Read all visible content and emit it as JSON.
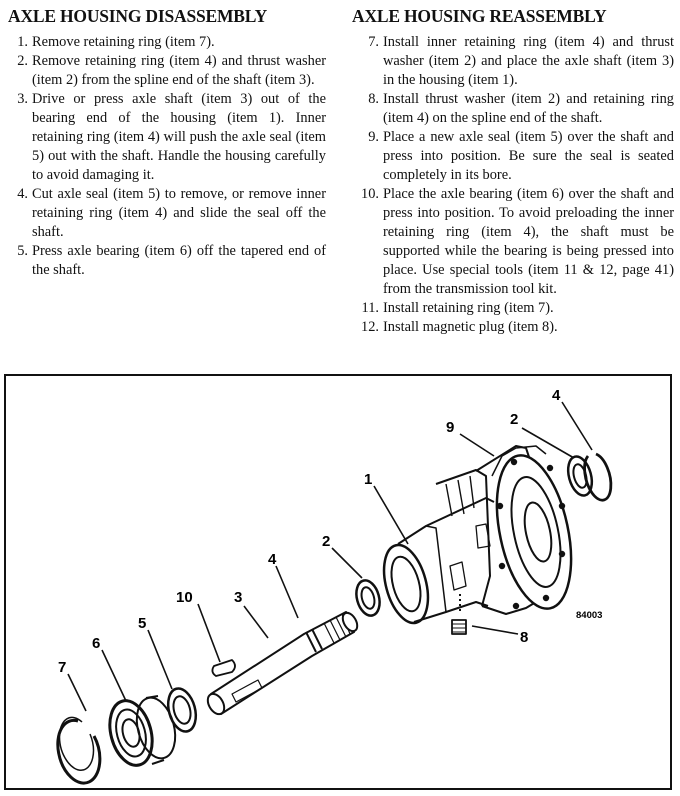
{
  "disassembly": {
    "title": "AXLE HOUSING DISASSEMBLY",
    "steps": [
      {
        "num": "1.",
        "text": "Remove retaining ring (item 7)."
      },
      {
        "num": "2.",
        "text": "Remove retaining ring (item 4) and thrust washer (item 2) from the spline end of the shaft (item 3)."
      },
      {
        "num": "3.",
        "text": "Drive or press axle shaft (item 3) out of the bearing end of the housing (item 1). Inner retaining ring (item 4) will push the axle seal (item 5) out with the shaft. Handle the housing carefully to avoid damaging it."
      },
      {
        "num": "4.",
        "text": "Cut axle seal (item 5) to remove, or remove inner retaining ring (item 4) and slide the seal off the shaft."
      },
      {
        "num": "5.",
        "text": "Press axle bearing (item 6) off the tapered end of the shaft."
      }
    ]
  },
  "reassembly": {
    "title": "AXLE HOUSING REASSEMBLY",
    "steps": [
      {
        "num": "7.",
        "text": "Install inner retaining ring (item 4) and thrust washer (item 2) and place the axle shaft (item 3) in the housing (item 1)."
      },
      {
        "num": "8.",
        "text": "Install thrust washer (item 2) and retaining ring (item 4) on the spline end of the shaft."
      },
      {
        "num": "9.",
        "text": "Place a new axle seal (item 5) over the shaft and press into position.  Be sure the seal is seated completely in its bore."
      },
      {
        "num": "10.",
        "text": "Place the axle bearing (item 6) over the shaft and press into position.  To avoid preloading the inner retaining ring (item 4), the shaft must be supported while the bearing is being pressed into place.  Use special tools (item 11 & 12, page 41) from the transmission tool kit."
      },
      {
        "num": "11.",
        "text": "Install retaining ring (item 7)."
      },
      {
        "num": "12.",
        "text": "Install magnetic plug (item 8)."
      }
    ]
  },
  "figure": {
    "figure_number": "84003",
    "callouts": {
      "c1": "1",
      "c2a": "2",
      "c2b": "2",
      "c3": "3",
      "c4a": "4",
      "c4b": "4",
      "c5": "5",
      "c6": "6",
      "c7": "7",
      "c8": "8",
      "c9": "9",
      "c10": "10"
    }
  }
}
